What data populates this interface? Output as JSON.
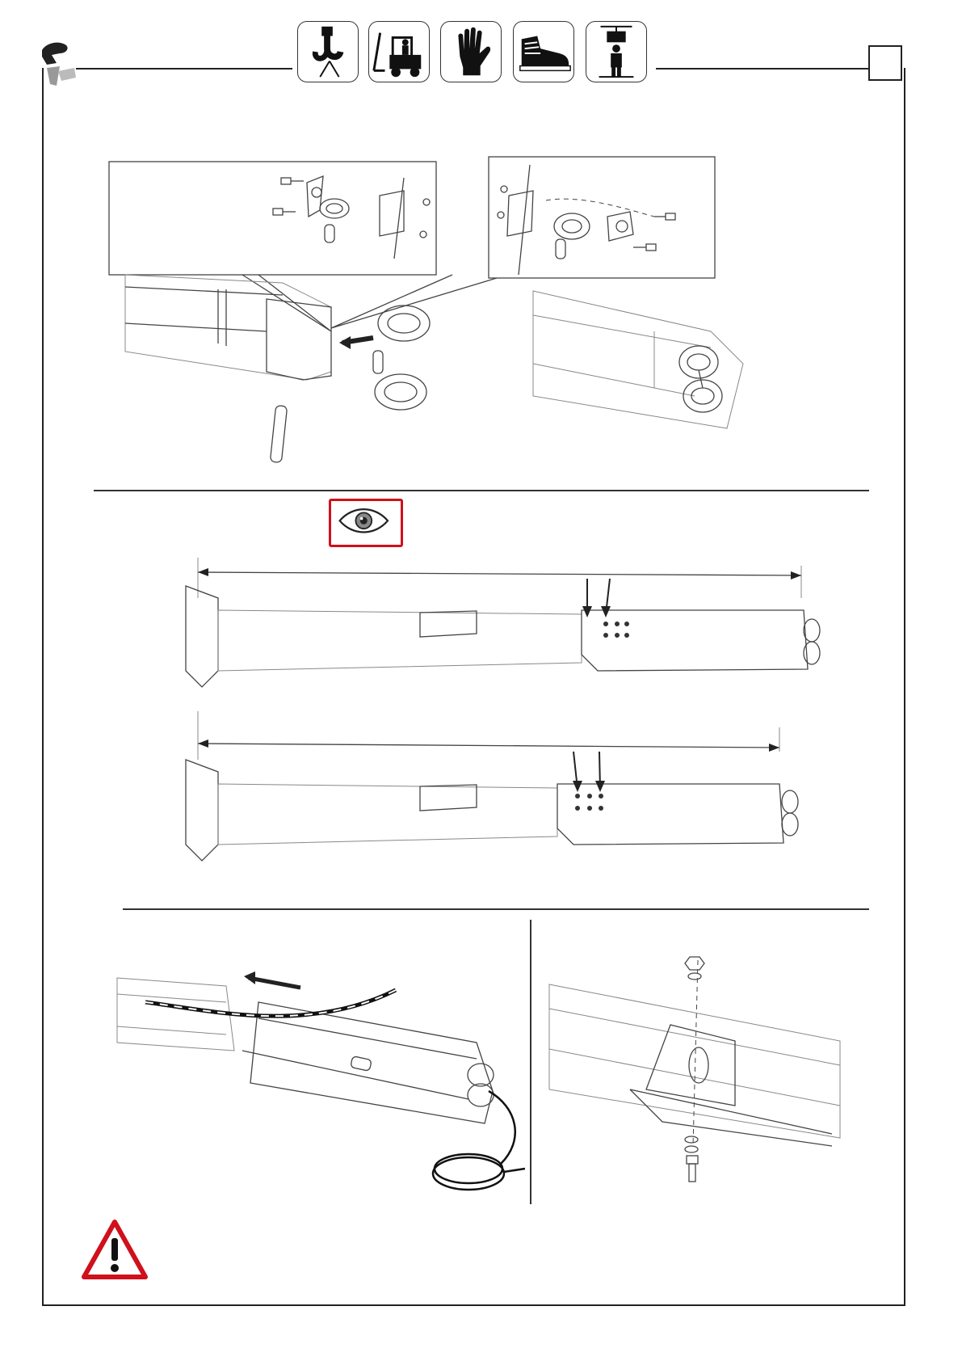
{
  "header": {
    "logo": "brand-logo",
    "page_number": "",
    "ppe_icons": [
      "crane-hook-icon",
      "forklift-icon",
      "protective-glove-icon",
      "safety-shoe-icon",
      "suspended-load-icon"
    ]
  },
  "sections": [
    {
      "name": "pulley-assembly",
      "figures": [
        "exploded-pulley-detail-left",
        "exploded-pulley-detail-right",
        "beam-with-pulleys-exploded",
        "beam-with-pulleys-assembled"
      ]
    },
    {
      "name": "visual-check",
      "icon": "eye-icon",
      "figures": [
        "beam-length-check-1",
        "beam-length-check-2"
      ]
    },
    {
      "name": "cable-routing",
      "figures": [
        "cable-insertion-view",
        "bolt-assembly-view"
      ]
    }
  ],
  "footer": {
    "warning_icon": "warning-triangle-icon"
  },
  "colors": {
    "accent_red": "#d0101c",
    "line": "#444444"
  }
}
